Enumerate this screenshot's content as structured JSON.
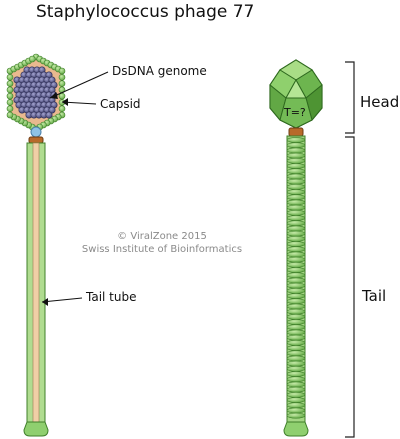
{
  "title": "Staphylococcus phage 77",
  "labels": {
    "genome": "DsDNA genome",
    "capsid": "Capsid",
    "tail_tube": "Tail tube",
    "triangulation": "T=?",
    "head": "Head",
    "tail": "Tail"
  },
  "credit": {
    "line1": "© ViralZone 2015",
    "line2": "Swiss Institute of Bioinformatics"
  },
  "colors": {
    "capsid_green": "#7fc562",
    "capsid_dark": "#3f7f2a",
    "genome_purple": "#5a5a8c",
    "capsid_interior": "#e9b98f",
    "tail_green": "#9fd27f",
    "connector_brown": "#b86a2a",
    "connector_blue": "#8fc3e6"
  }
}
